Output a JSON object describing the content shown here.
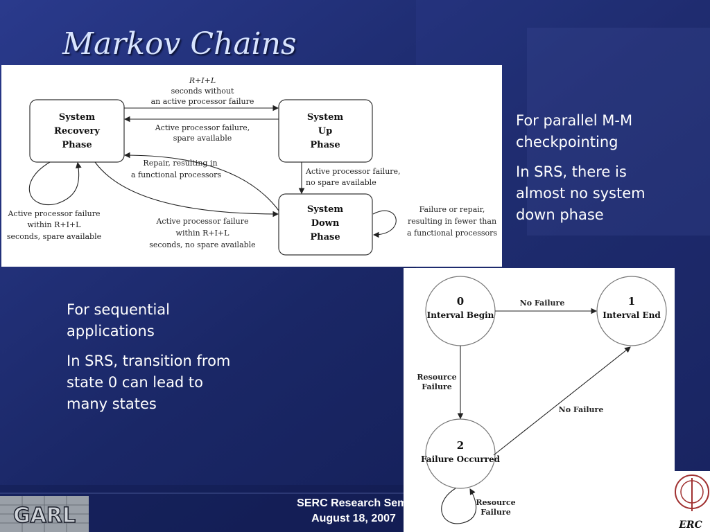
{
  "slide": {
    "title": "Markov Chains",
    "right_bullets": [
      "For parallel M-M checkpointing",
      "In SRS, there is almost no system down phase"
    ],
    "left_bullets": [
      "For sequential applications",
      "In SRS, transition from state 0 can lead to many states"
    ],
    "footer": {
      "line1": "SERC Research Semi",
      "line2": "August 18, 2007"
    },
    "logos": {
      "left": "GARL",
      "right": "ERC"
    }
  },
  "diagram1": {
    "states": {
      "recovery": [
        "System",
        "Recovery",
        "Phase"
      ],
      "up": [
        "System",
        "Up",
        "Phase"
      ],
      "down": [
        "System",
        "Down",
        "Phase"
      ]
    },
    "labels": {
      "top": [
        "R+I+L",
        "seconds without",
        "an active processor failure"
      ],
      "up_to_recovery": [
        "Active processor failure,",
        "spare available"
      ],
      "down_to_recovery": [
        "Repair, resulting in",
        "a  functional processors"
      ],
      "up_to_down": [
        "Active processor failure,",
        "no spare available"
      ],
      "recovery_to_down": [
        "Active processor failure",
        "within  R+I+L",
        "seconds, no spare available"
      ],
      "recovery_self": [
        "Active processor failure",
        "within  R+I+L",
        "seconds, spare available"
      ],
      "down_self": [
        "Failure or repair,",
        "resulting in fewer than",
        "a  functional processors"
      ]
    }
  },
  "diagram2": {
    "states": [
      {
        "id": "0",
        "name": "Interval Begin"
      },
      {
        "id": "1",
        "name": "Interval End"
      },
      {
        "id": "2",
        "name": "Failure Occurred"
      }
    ],
    "labels": {
      "s0_to_s1": "No Failure",
      "s0_to_s2": [
        "Resource",
        "Failure"
      ],
      "s2_to_s1": "No Failure",
      "s2_self": [
        "Resource",
        "Failure"
      ]
    }
  },
  "colors": {
    "background": "#1c2a70",
    "title": "#d8e4ff",
    "text": "#ffffff"
  }
}
